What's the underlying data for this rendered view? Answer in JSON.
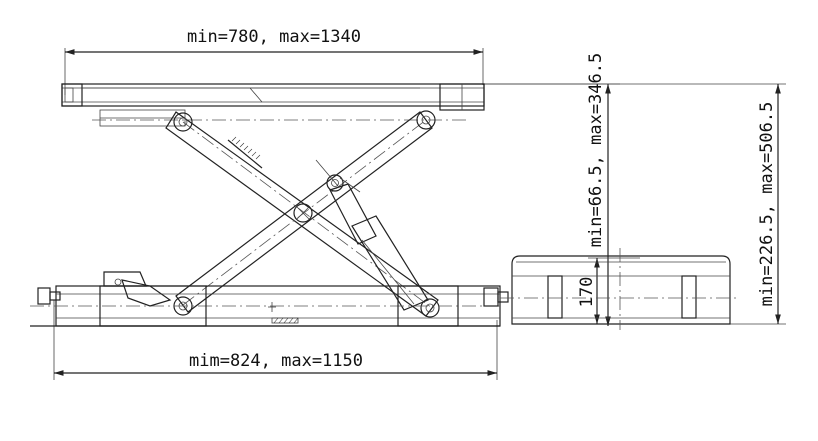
{
  "dimensions": {
    "top_length": "min=780, max=1340",
    "bottom_length": "mim=824, max=1150",
    "lift_height": "min=66.5, max=346.5",
    "total_height": "min=226.5, max=506.5",
    "pad_height": "170"
  }
}
